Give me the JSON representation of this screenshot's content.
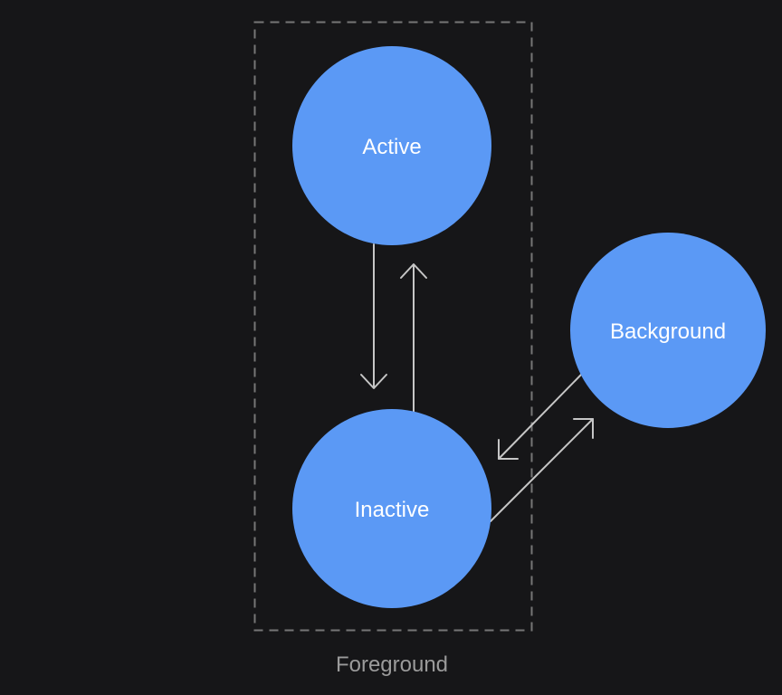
{
  "diagram": {
    "nodes": [
      {
        "id": "active",
        "label": "Active"
      },
      {
        "id": "inactive",
        "label": "Inactive"
      },
      {
        "id": "background",
        "label": "Background"
      }
    ],
    "group": {
      "label": "Foreground",
      "contains": [
        "Active",
        "Inactive"
      ]
    },
    "edges": [
      {
        "from": "Active",
        "to": "Inactive"
      },
      {
        "from": "Inactive",
        "to": "Active"
      },
      {
        "from": "Background",
        "to": "Inactive"
      },
      {
        "from": "Inactive",
        "to": "Background"
      }
    ],
    "colors": {
      "canvas_background": "#161618",
      "node_fill": "#5B99F5",
      "node_text": "#FFFFFF",
      "arrow": "#C6C6C6",
      "group_border": "#767676",
      "group_label": "#9B9B9B"
    }
  }
}
